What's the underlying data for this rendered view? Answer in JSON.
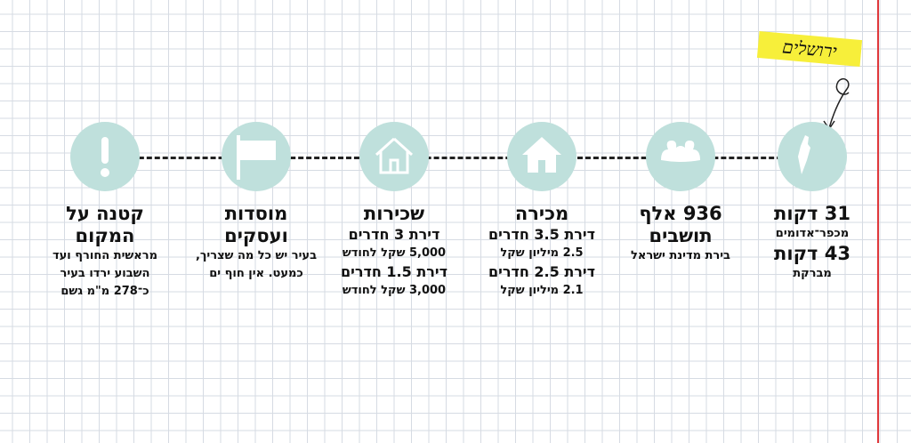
{
  "tag_label": "ירושלים",
  "columns": [
    {
      "icon": "israel-map-icon",
      "lines": [
        {
          "t": "h",
          "text": "31 דקות"
        },
        {
          "t": "s",
          "text": "מכפר־אדומים"
        },
        {
          "t": "h",
          "text": "43 דקות"
        },
        {
          "t": "s",
          "text": "מברקת"
        }
      ]
    },
    {
      "icon": "people-icon",
      "lines": [
        {
          "t": "h",
          "text": "936 אלף"
        },
        {
          "t": "h",
          "text": "תושבים"
        },
        {
          "t": "s",
          "text": "בירת מדינת ישראל"
        }
      ]
    },
    {
      "icon": "house-solid-icon",
      "lines": [
        {
          "t": "h",
          "text": "מכירה"
        },
        {
          "t": "m",
          "text": "דירת 3.5 חדרים"
        },
        {
          "t": "s",
          "text": "2.5 מיליון שקל"
        },
        {
          "t": "m",
          "text": "דירת 2.5 חדרים"
        },
        {
          "t": "s",
          "text": "2.1 מיליון שקל"
        }
      ]
    },
    {
      "icon": "house-outline-icon",
      "lines": [
        {
          "t": "h",
          "text": "שכירות"
        },
        {
          "t": "m",
          "text": "דירת 3 חדרים"
        },
        {
          "t": "s",
          "text": "5,000 שקל לחודש"
        },
        {
          "t": "m",
          "text": "דירת 1.5 חדרים"
        },
        {
          "t": "s",
          "text": "3,000 שקל לחודש"
        }
      ]
    },
    {
      "icon": "sign-icon",
      "lines": [
        {
          "t": "h",
          "text": "מוסדות"
        },
        {
          "t": "h",
          "text": "ועסקים"
        },
        {
          "t": "s",
          "text": "בעיר יש כל מה שצריך,"
        },
        {
          "t": "s",
          "text": "כמעט. אין חוף ים"
        }
      ]
    },
    {
      "icon": "exclamation-icon",
      "lines": [
        {
          "t": "h",
          "text": "קטנה על"
        },
        {
          "t": "h",
          "text": "המקום"
        },
        {
          "t": "s",
          "text": "מראשית החורף ועד"
        },
        {
          "t": "s",
          "text": "השבוע ירדו בעיר"
        },
        {
          "t": "s",
          "text": "כ־278 מ\"מ גשם"
        }
      ]
    }
  ]
}
